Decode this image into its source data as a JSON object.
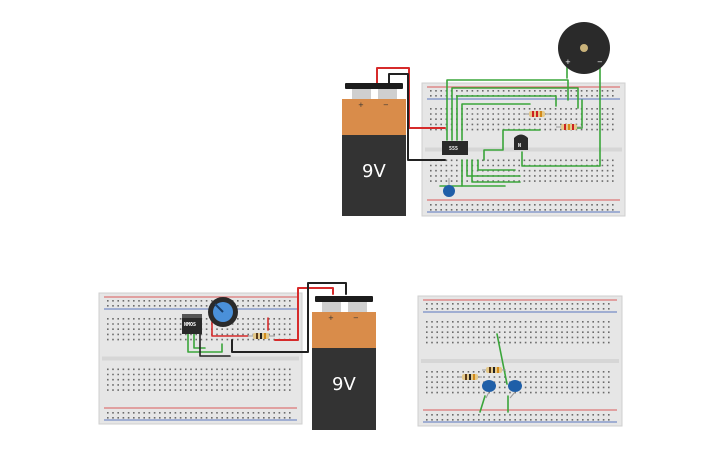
{
  "battery_top": {
    "voltage": "9V",
    "plus": "+",
    "minus": "−"
  },
  "battery_bottom": {
    "voltage": "9V",
    "plus": "+",
    "minus": "−"
  },
  "ic_555": {
    "label": "555"
  },
  "transistor": {
    "label": "N"
  },
  "regulator": {
    "label": "NMOS"
  },
  "buzzer": {
    "plus": "+",
    "minus": "−"
  },
  "colors": {
    "wire_red": "#d62b2b",
    "wire_black": "#222222",
    "wire_green": "#3aa53a",
    "battery_top_band": "#d98c4a",
    "battery_body": "#333333",
    "breadboard": "#e6e6e6",
    "capacitor": "#1f5fa8"
  }
}
